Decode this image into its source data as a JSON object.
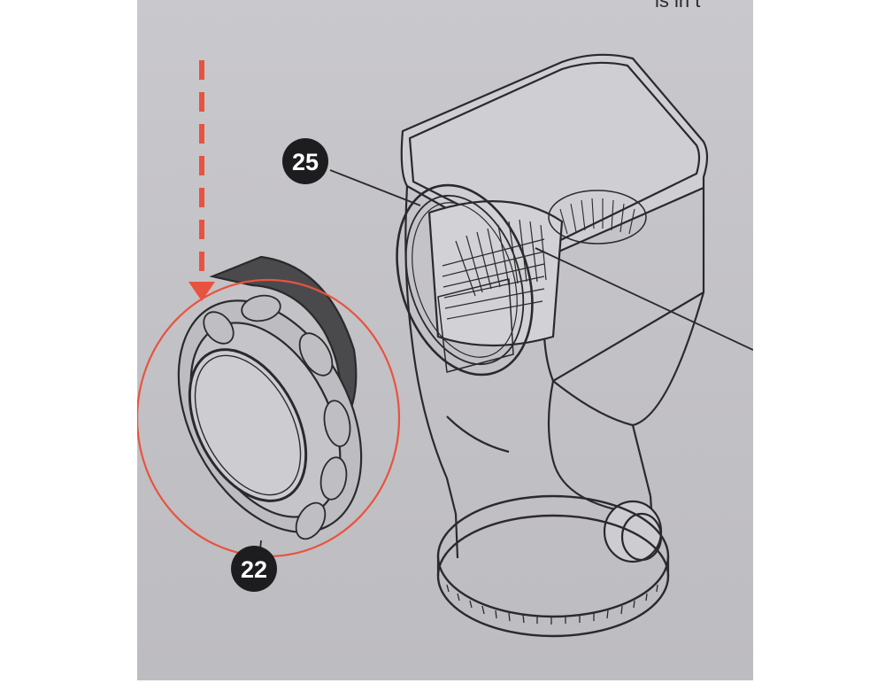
{
  "callouts": {
    "top_ring": "25",
    "removed_ring": "22"
  },
  "top_edge_text": "is in t",
  "colors": {
    "highlight": "#e8533f",
    "line": "#2a2a2c",
    "paper": "#c6c5c9",
    "badge": "#1d1d1f"
  }
}
